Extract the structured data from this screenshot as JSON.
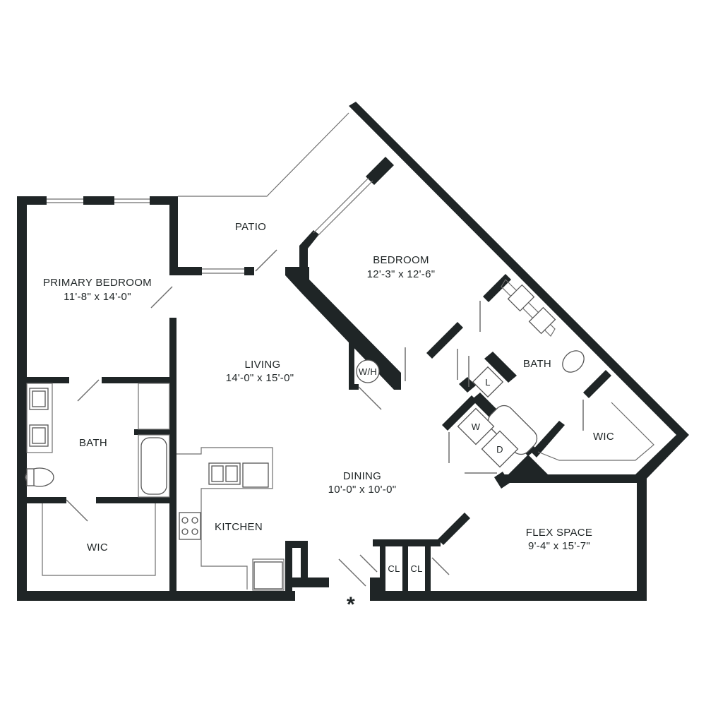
{
  "plan": {
    "rooms": [
      {
        "id": "patio",
        "name": "PATIO",
        "dims": ""
      },
      {
        "id": "primary-bedroom",
        "name": "PRIMARY BEDROOM",
        "dims": "11'-8\" x 14'-0\""
      },
      {
        "id": "bedroom",
        "name": "BEDROOM",
        "dims": "12'-3\" x 12'-6\""
      },
      {
        "id": "living",
        "name": "LIVING",
        "dims": "14'-0\" x 15'-0\""
      },
      {
        "id": "bath-left",
        "name": "BATH",
        "dims": ""
      },
      {
        "id": "bath-right",
        "name": "BATH",
        "dims": ""
      },
      {
        "id": "wic-left",
        "name": "WIC",
        "dims": ""
      },
      {
        "id": "wic-right",
        "name": "WIC",
        "dims": ""
      },
      {
        "id": "dining",
        "name": "DINING",
        "dims": "10'-0\" x 10'-0\""
      },
      {
        "id": "kitchen",
        "name": "KITCHEN",
        "dims": ""
      },
      {
        "id": "flex-space",
        "name": "FLEX SPACE",
        "dims": "9'-4\" x 15'-7\""
      }
    ],
    "fixtures": {
      "water_heater": "W/H",
      "linen": "L",
      "washer": "W",
      "dryer": "D",
      "closet_1": "CL",
      "closet_2": "CL"
    },
    "entry_marker": "*"
  }
}
